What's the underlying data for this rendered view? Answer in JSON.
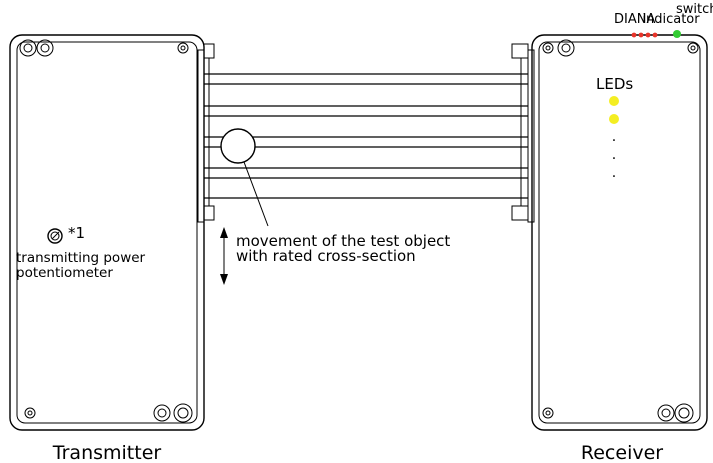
{
  "labels": {
    "transmitter": "Transmitter",
    "receiver": "Receiver",
    "leds": "LEDs",
    "switch": "switch",
    "indicator": "indicator",
    "diana": "DIANA",
    "footnote_marker": "*1",
    "potentiometer_line1": "transmitting power",
    "potentiometer_line2": "potentiometer",
    "movement_line1": "movement of the test object",
    "movement_line2": "with rated cross-section",
    "dot": "."
  },
  "colors": {
    "led_yellow": "#f4ee22",
    "diana_red": "#e8342a",
    "switch_green": "#33cc33",
    "line": "#000000",
    "background": "#ffffff"
  },
  "icons": {
    "potentiometer": "potentiometer-dial-icon",
    "movement": "double-arrow-icon",
    "screw": "screw-hole-icon"
  },
  "led_count": 2,
  "beam_count": 7
}
